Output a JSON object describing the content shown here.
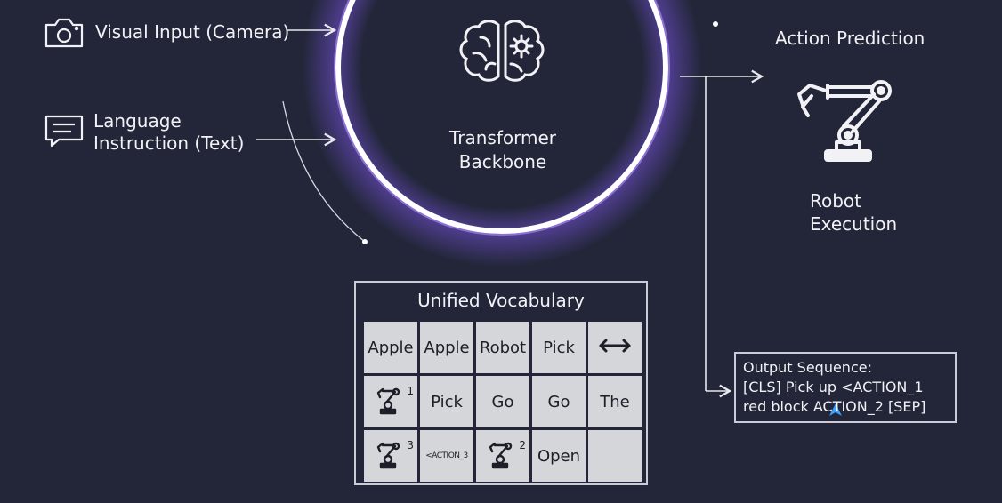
{
  "inputs": {
    "visual": "Visual Input (Camera)",
    "language_line1": "Language",
    "language_line2": "Instruction (Text)"
  },
  "core": {
    "title_line1": "Transformer",
    "title_line2": "Backbone"
  },
  "output": {
    "action_prediction": "Action Prediction",
    "robot_line1": "Robot",
    "robot_line2": "Execution"
  },
  "vocabulary": {
    "title": "Unified Vocabulary",
    "cells": [
      {
        "text": "Apple"
      },
      {
        "text": "Apple"
      },
      {
        "text": "Robot"
      },
      {
        "text": "Pick"
      },
      {
        "icon": "double-arrow-icon"
      },
      {
        "icon": "robot-arm-icon",
        "sup": "1"
      },
      {
        "text": "Pick"
      },
      {
        "text": "Go"
      },
      {
        "text": "Go"
      },
      {
        "text": "The"
      },
      {
        "icon": "robot-arm-icon",
        "sup": "3"
      },
      {
        "text": "<ACTION_3",
        "small": true
      },
      {
        "icon": "robot-arm-icon",
        "sup": "2"
      },
      {
        "text": "Open"
      },
      {
        "text": ""
      }
    ]
  },
  "output_sequence": {
    "title": "Output Sequence:",
    "line1": " [CLS]  Pick up <ACTION_1",
    "line2": "  red block ACTION_2 [SEP]"
  },
  "colors": {
    "background": "#222638",
    "circle_glow": "#8a5cff",
    "cell_fill": "#d5d6da",
    "line": "#e8e8ee"
  }
}
